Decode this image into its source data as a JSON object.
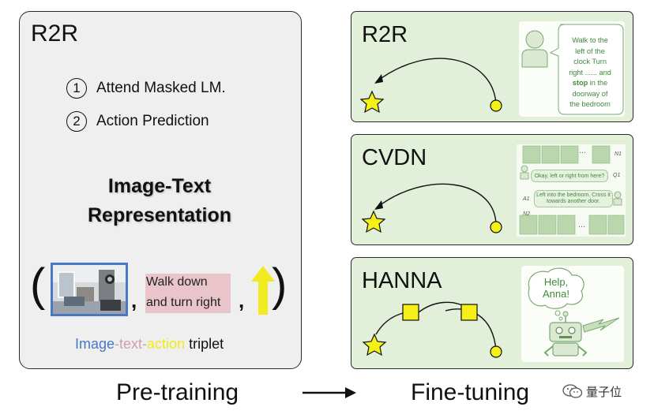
{
  "left_panel": {
    "title": "R2R",
    "steps": [
      {
        "num": "1",
        "label": "Attend Masked LM."
      },
      {
        "num": "2",
        "label": "Action Prediction"
      }
    ],
    "representation_line1": "Image-Text",
    "representation_line2": "Representation",
    "triplet_text_line1": "Walk  down",
    "triplet_text_line2": "and  turn right",
    "triplet_label": {
      "image": "Image",
      "dash1": "-",
      "text": "text",
      "dash2": "-",
      "action": "action",
      "rest": " triplet"
    }
  },
  "right_panels": {
    "r2r": {
      "title": "R2R",
      "instruction_lines": [
        "Walk to the",
        "left of the",
        "clock Turn",
        "right ...... and"
      ],
      "instruction_bold": "stop",
      "instruction_after_bold": " in the",
      "instruction_tail": [
        "doorway of",
        "the bedroom"
      ]
    },
    "cvdn": {
      "title": "CVDN",
      "question": "Okay, left or right from here?",
      "answer": "Left into the bedroom. Cross it towards another door.",
      "ellipsis": "...",
      "tags": [
        "N1",
        "Q1",
        "A1",
        "N2"
      ]
    },
    "hanna": {
      "title": "HANNA",
      "speech_line1": "Help,",
      "speech_line2": "Anna!"
    }
  },
  "bottom": {
    "pretraining": "Pre-training",
    "finetuning": "Fine-tuning"
  },
  "watermark": "量子位",
  "colors": {
    "image_blue": "#4a78c3",
    "text_pink": "#cf9fb0",
    "action_yellow": "#f1ea21",
    "panel_green": "#e2efd9",
    "accent_green": "#3f8a3a",
    "star_yellow": "#f5f118"
  }
}
